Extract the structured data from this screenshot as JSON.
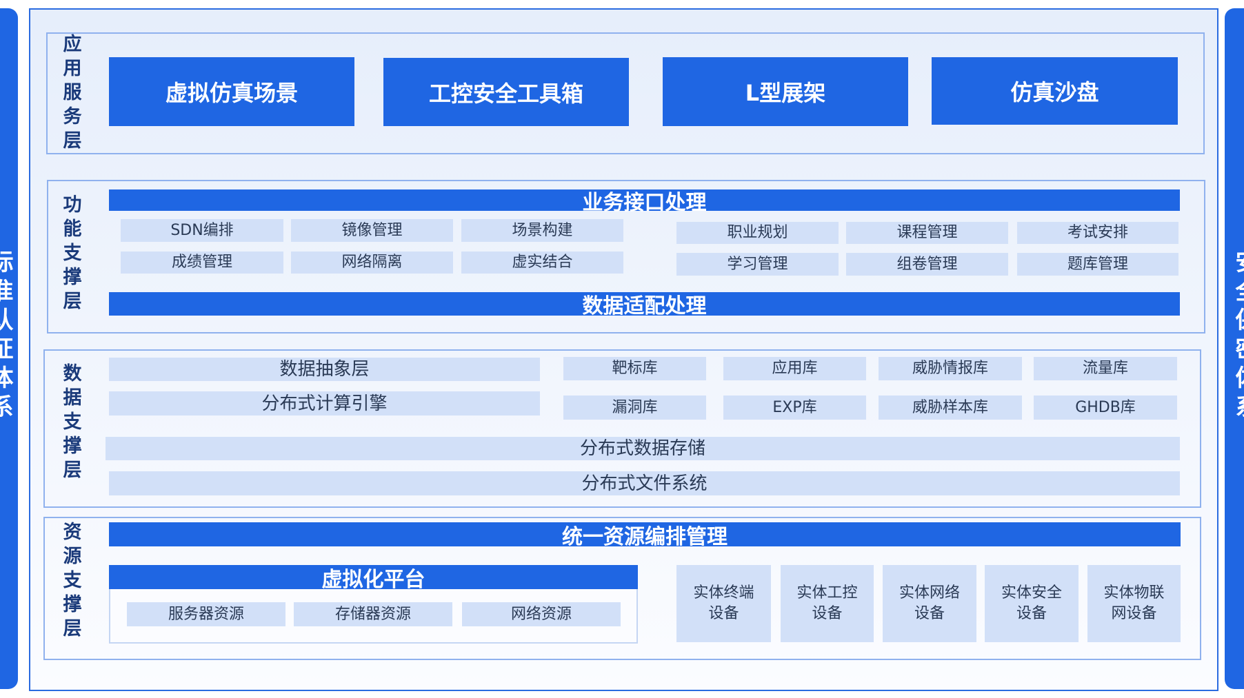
{
  "left_side": "标准认证体系",
  "right_side": "安全保密体系",
  "app_layer": {
    "label": "应用服务层",
    "buttons": [
      "虚拟仿真场景",
      "工控安全工具箱",
      "L型展架",
      "仿真沙盘"
    ]
  },
  "func_layer": {
    "label": "功能支撑层",
    "top_bar": "业务接口处理",
    "left_items": [
      "SDN编排",
      "镜像管理",
      "场景构建",
      "成绩管理",
      "网络隔离",
      "虚实结合"
    ],
    "right_items": [
      "职业规划",
      "课程管理",
      "考试安排",
      "学习管理",
      "组卷管理",
      "题库管理"
    ],
    "bottom_bar": "数据适配处理"
  },
  "data_layer": {
    "label": "数据支撑层",
    "abstract": "数据抽象层",
    "engine": "分布式计算引擎",
    "libs": [
      "靶标库",
      "应用库",
      "威胁情报库",
      "流量库",
      "漏洞库",
      "EXP库",
      "威胁样本库",
      "GHDB库"
    ],
    "storage": "分布式数据存储",
    "fs": "分布式文件系统"
  },
  "res_layer": {
    "label": "资源支撑层",
    "top_bar": "统一资源编排管理",
    "virt_title": "虚拟化平台",
    "virt_items": [
      "服务器资源",
      "存储器资源",
      "网络资源"
    ],
    "devices": [
      "实体终端设备",
      "实体工控设备",
      "实体网络设备",
      "实体安全设备",
      "实体物联网设备"
    ]
  }
}
